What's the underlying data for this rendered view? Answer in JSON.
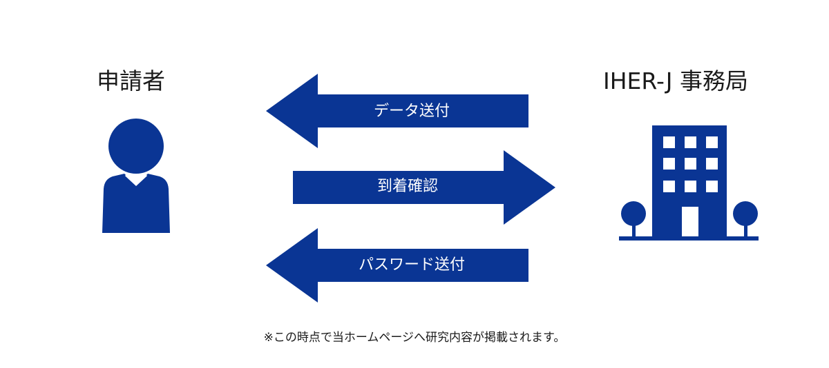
{
  "labels": {
    "applicant": "申請者",
    "office": "IHER-J 事務局"
  },
  "flows": [
    {
      "label": "データ送付",
      "direction": "left"
    },
    {
      "label": "到着確認",
      "direction": "right"
    },
    {
      "label": "パスワード送付",
      "direction": "left"
    }
  ],
  "icons": {
    "applicant": "person-icon",
    "office": "office-building-icon"
  },
  "footnote": "※この時点で当ホームページへ研究内容が掲載されます。",
  "colors": {
    "accent": "#0a3594",
    "text": "#1a1a1a",
    "background": "#ffffff"
  }
}
